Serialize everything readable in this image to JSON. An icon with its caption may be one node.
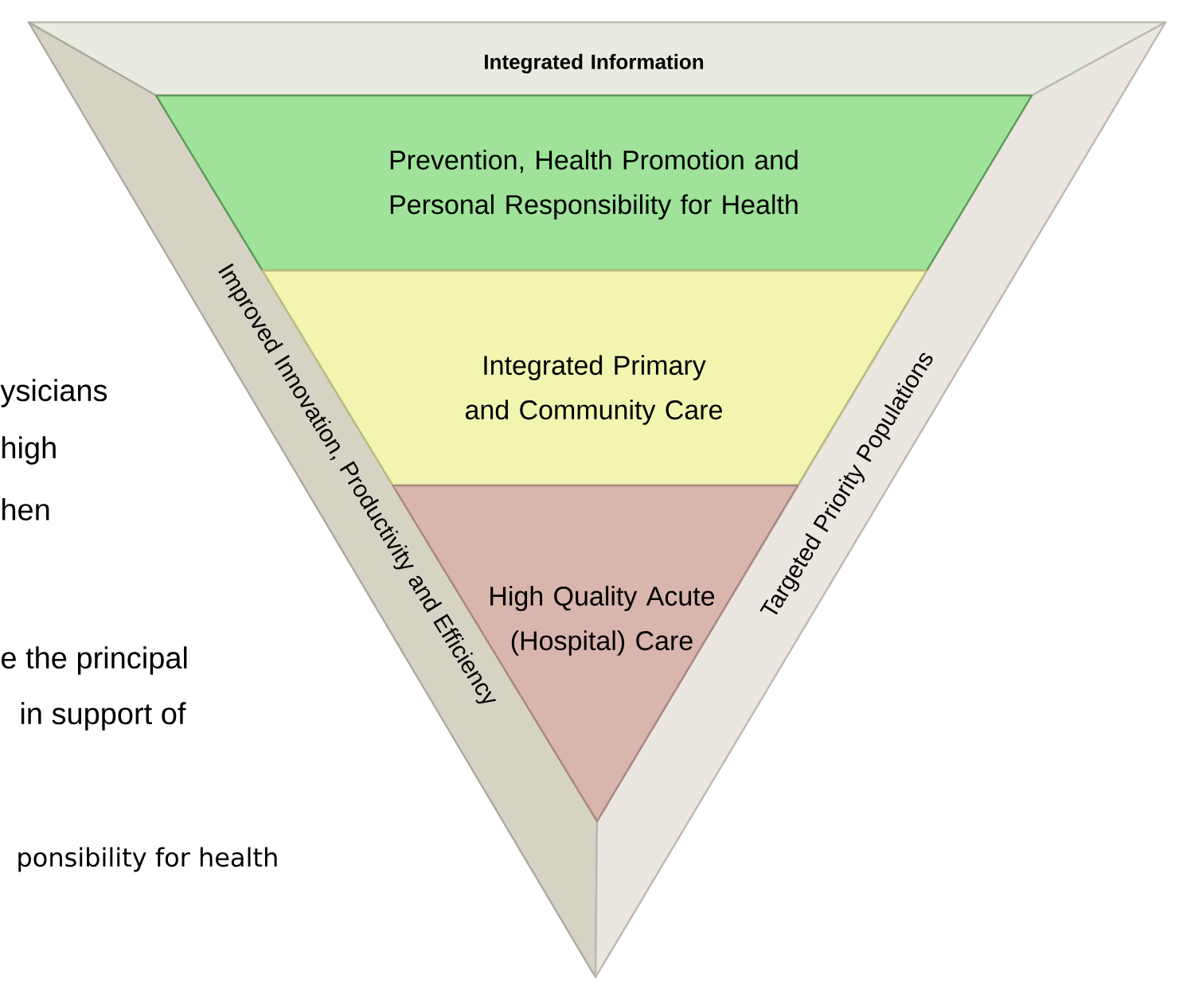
{
  "diagram": {
    "nodes": [
      {
        "text": [
          "Integrated Information"
        ]
      },
      {
        "text": [
          "Improved Innovation, Productivity and Efficiency"
        ]
      },
      {
        "text": [
          "Targeted Priority Populations"
        ]
      },
      {
        "text": [
          "Prevention, Health Promotion and Personal Responsibility for Health"
        ]
      },
      {
        "text": [
          "Integrated Primary and Community Care"
        ]
      },
      {
        "text": [
          "High Quality Acute (Hospital) Care"
        ]
      }
    ],
    "labels": [
      "ysicians",
      "high",
      "hen",
      "e the principal",
      "in support of",
      "ponsibility for health"
    ]
  }
}
